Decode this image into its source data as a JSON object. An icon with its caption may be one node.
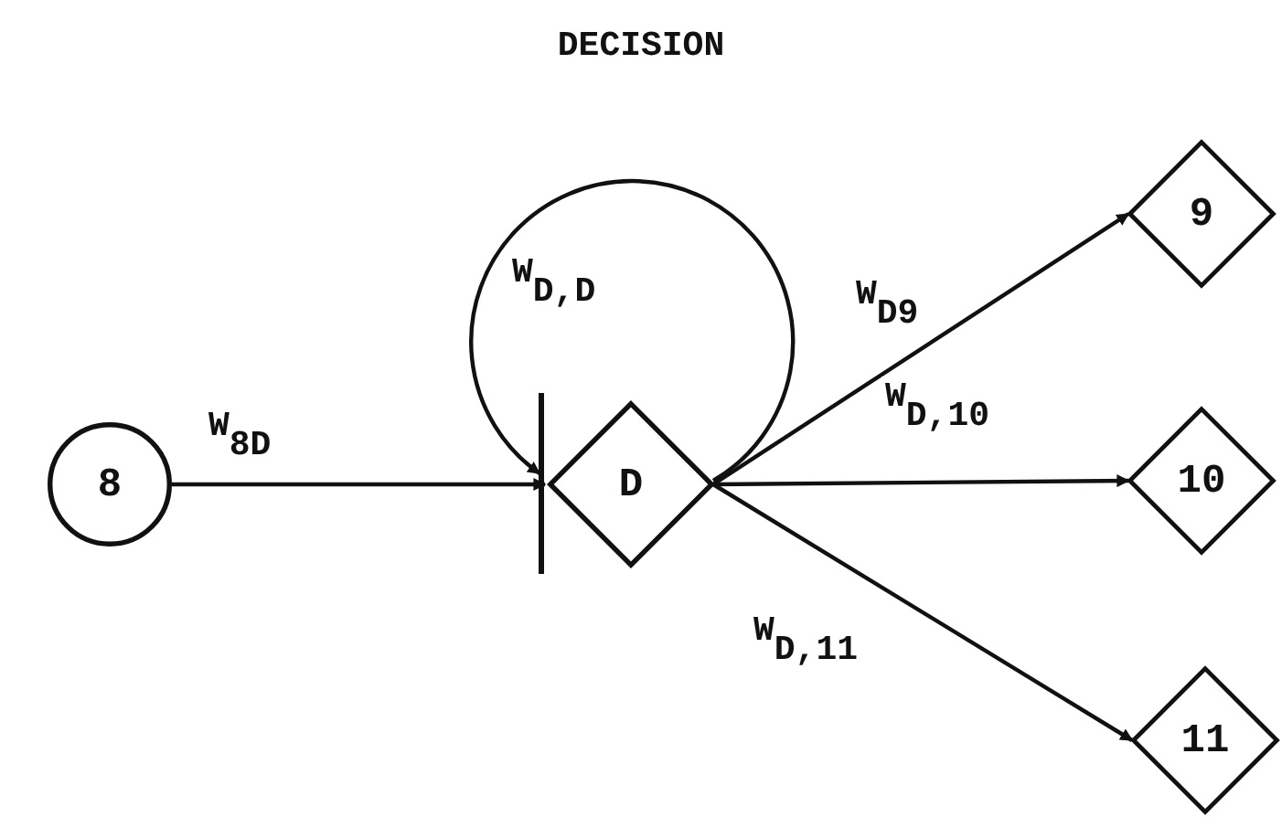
{
  "diagram": {
    "title": "DECISION",
    "nodes": [
      {
        "text": [
          "8"
        ]
      },
      {
        "text": [
          "D"
        ]
      },
      {
        "text": [
          "9"
        ]
      },
      {
        "text": [
          "10"
        ]
      },
      {
        "text": [
          "11"
        ]
      }
    ],
    "edges": [
      {
        "from": 0,
        "to": 1,
        "arrow": "to",
        "label": "W$_{8D}$"
      },
      {
        "from": 1,
        "to": 1,
        "arrow": "to",
        "label": "W$_{D,D}$"
      },
      {
        "from": 1,
        "to": 2,
        "arrow": "to",
        "label": "W$_{D9}$"
      },
      {
        "from": 1,
        "to": 3,
        "arrow": "to",
        "label": "W$_{D,10}$"
      },
      {
        "from": 1,
        "to": 4,
        "arrow": "to",
        "label": "W$_{D,11}$"
      }
    ]
  }
}
